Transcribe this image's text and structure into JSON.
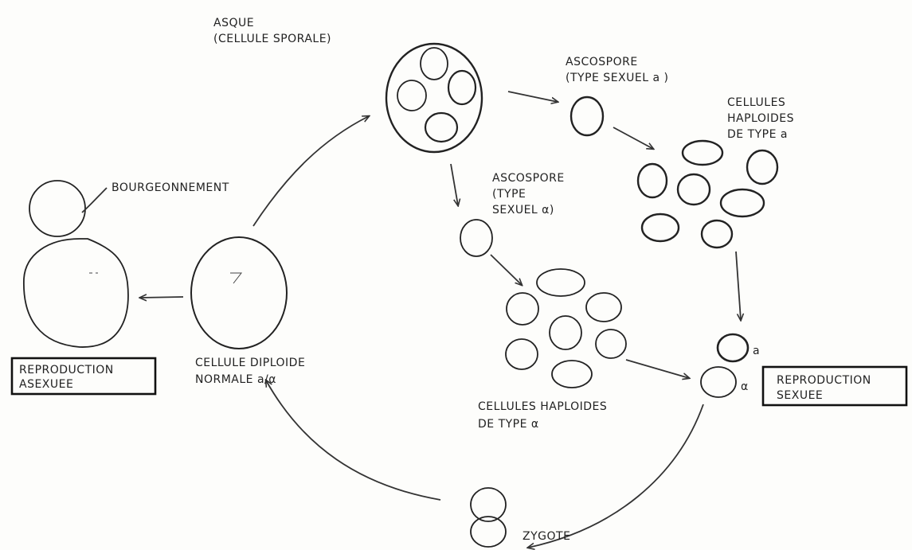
{
  "labels": {
    "asque_line1": "ASQUE",
    "asque_line2": "(CELLULE SPORALE)",
    "ascospore_top_line1": "ASCOSPORE",
    "ascospore_top_line2": "(TYPE SEXUEL a )",
    "haploid_top_line1": "CELLULES",
    "haploid_top_line2": "HAPLOIDES",
    "haploid_top_line3": "DE TYPE a",
    "ascospore_mid_line1": "ASCOSPORE",
    "ascospore_mid_line2": "(TYPE",
    "ascospore_mid_line3": "SEXUEL α)",
    "bourgeonnement": "BOURGEONNEMENT",
    "diploid_line1": "CELLULE DIPLOIDE",
    "diploid_line2": "NORMALE a/α",
    "haploid_bottom_line1": "CELLULES HAPLOIDES",
    "haploid_bottom_line2": "DE TYPE α",
    "zygote": "ZYGOTE",
    "mating_a": "a",
    "mating_alpha": "α",
    "repro_asexuee_line1": "REPRODUCTION",
    "repro_asexuee_line2": "ASEXUEE",
    "repro_sexuee_line1": "REPRODUCTION",
    "repro_sexuee_line2": "SEXUEE"
  }
}
